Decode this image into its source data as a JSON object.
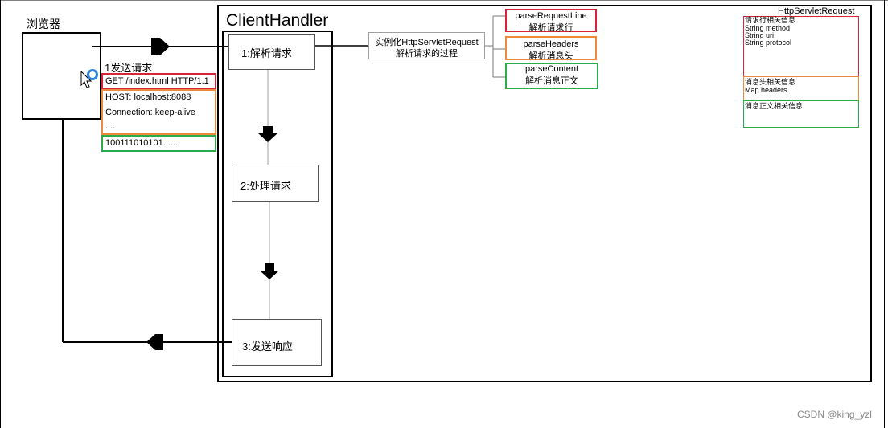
{
  "browser": {
    "label": "浏览器"
  },
  "send_request": {
    "label": "1发送请求",
    "request_line": "GET /index.html HTTP/1.1",
    "headers": [
      "HOST: localhost:8088",
      "Connection: keep-alive",
      "...."
    ],
    "content": "100111010101......"
  },
  "client_handler": {
    "title": "ClientHandler",
    "steps": [
      "1:解析请求",
      "2:处理请求",
      "3:发送响应"
    ]
  },
  "instantiate": {
    "line1": "实例化HttpServletRequest",
    "line2": "解析请求的过程"
  },
  "parse_methods": [
    {
      "name": "parseRequestLine",
      "desc": "解析请求行"
    },
    {
      "name": "parseHeaders",
      "desc": "解析消息头"
    },
    {
      "name": "parseContent",
      "desc": "解析消息正文"
    }
  ],
  "http_servlet_request": {
    "title": "HttpServletRequest",
    "request_line_section": [
      "请求行相关信息",
      "String method",
      "String uri",
      "String protocol"
    ],
    "headers_section": [
      "消息头相关信息",
      "Map headers"
    ],
    "content_section": [
      "消息正文相关信息"
    ]
  },
  "watermark": "CSDN @king_yzl",
  "colors": {
    "red": "#d9233a",
    "orange": "#ee8a3c",
    "green": "#2cab4a",
    "line": "#000000",
    "thin": "#a0a0a0"
  }
}
